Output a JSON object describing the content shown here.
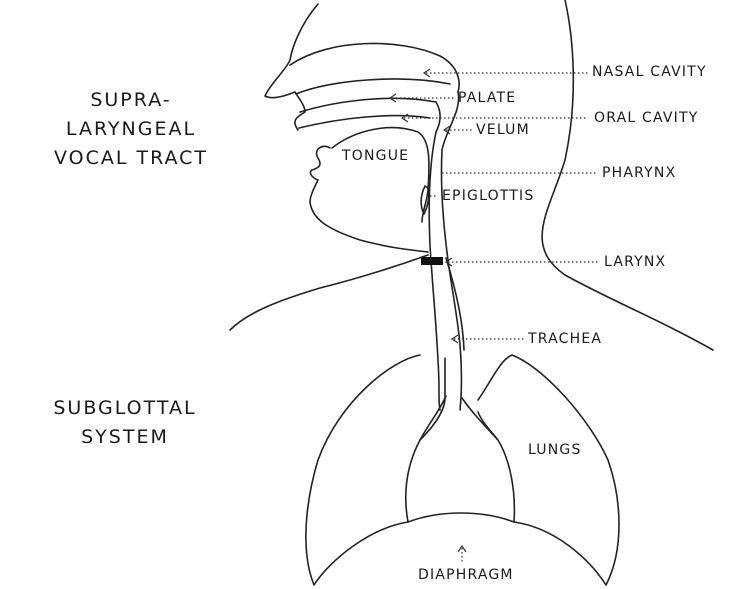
{
  "sections": {
    "supralaryngeal": [
      "SUPRA-",
      "LARYNGEAL",
      "VOCAL TRACT"
    ],
    "subglottal": [
      "SUBGLOTTAL",
      "SYSTEM"
    ]
  },
  "labels": {
    "nasal_cavity": "NASAL CAVITY",
    "palate": "PALATE",
    "oral_cavity": "ORAL CAVITY",
    "velum": "VELUM",
    "tongue": "TONGUE",
    "pharynx": "PHARYNX",
    "epiglottis": "EPIGLOTTIS",
    "larynx": "LARYNX",
    "trachea": "TRACHEA",
    "lungs": "LUNGS",
    "diaphragm": "DIAPHRAGM"
  }
}
